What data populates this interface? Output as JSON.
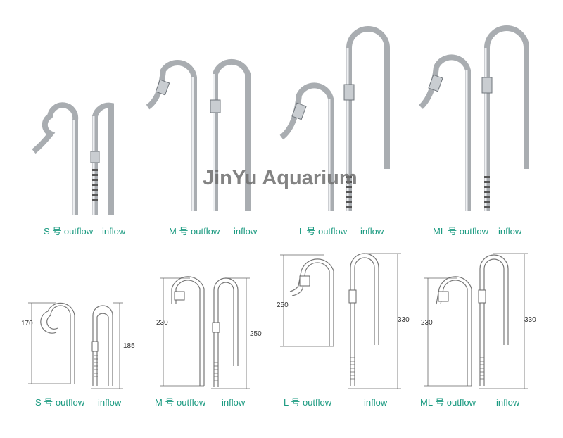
{
  "watermark": "JinYu Aquarium",
  "top_row": [
    {
      "outflow": "S 号 outflow",
      "inflow": "inflow"
    },
    {
      "outflow": "M 号 outflow",
      "inflow": "inflow"
    },
    {
      "outflow": "L 号 outflow",
      "inflow": "inflow"
    },
    {
      "outflow": "ML 号 outflow",
      "inflow": "inflow"
    }
  ],
  "bottom_row": [
    {
      "outflow": "S 号 outflow",
      "inflow": "inflow",
      "outflow_height": "170",
      "inflow_height": "185"
    },
    {
      "outflow": "M 号 outflow",
      "inflow": "inflow",
      "outflow_height": "230",
      "inflow_height": "250"
    },
    {
      "outflow": "L 号 outflow",
      "inflow": "inflow",
      "outflow_height": "250",
      "inflow_height": "330"
    },
    {
      "outflow": "ML 号 outflow",
      "inflow": "inflow",
      "outflow_height": "230",
      "inflow_height": "330"
    }
  ],
  "colors": {
    "label": "#1a9a80",
    "pipe": "#a9adb1"
  }
}
